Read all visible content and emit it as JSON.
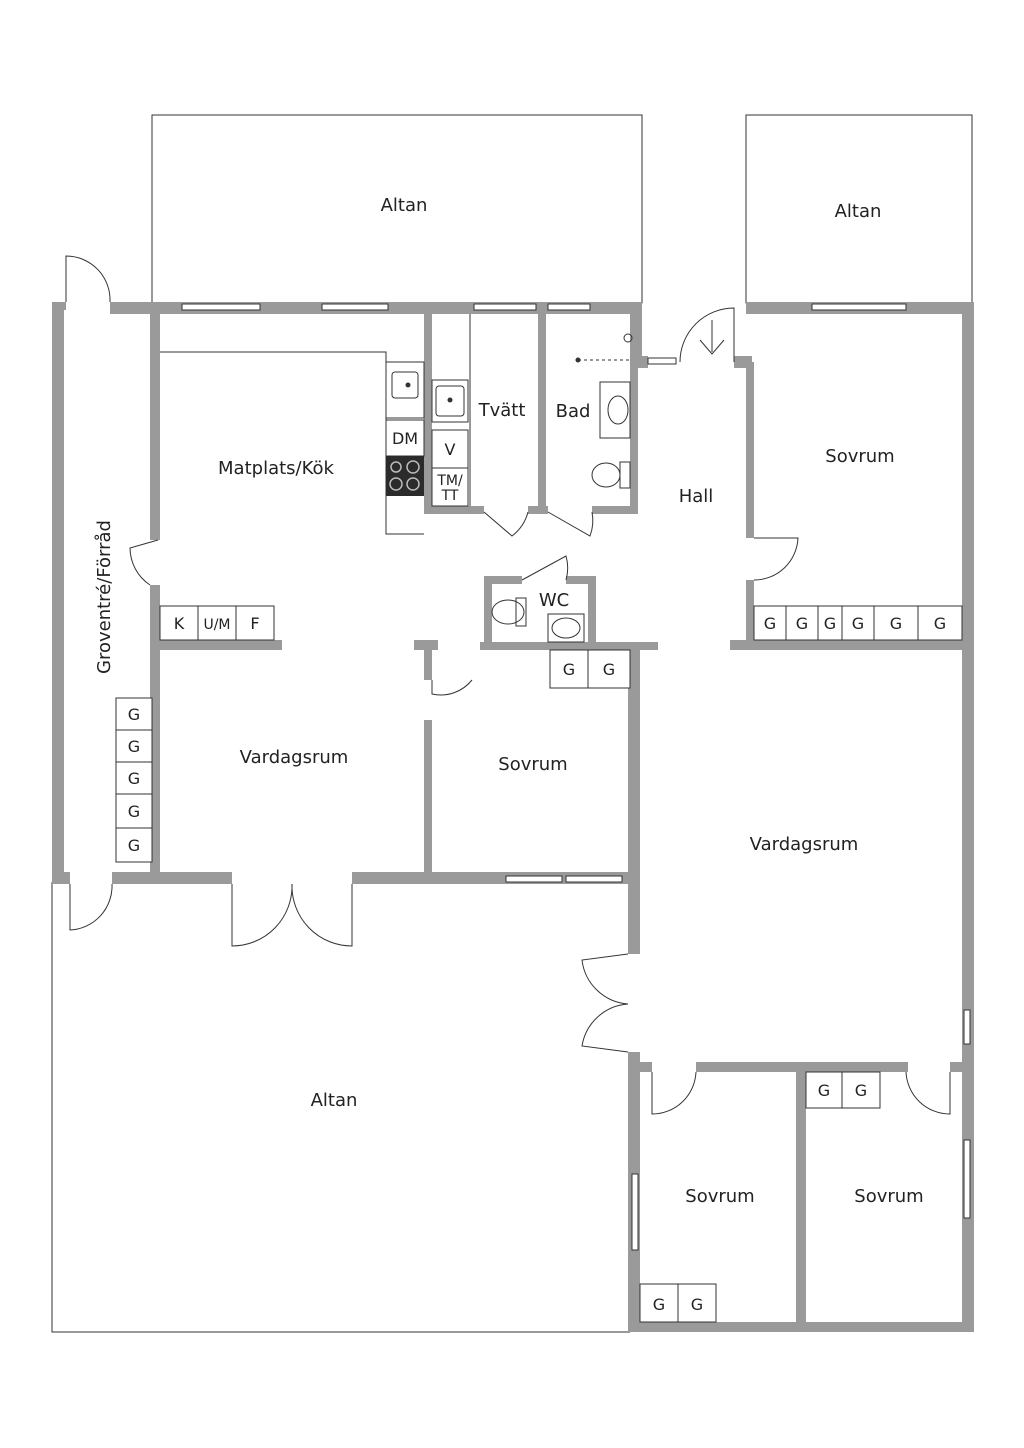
{
  "rooms": {
    "altan_top_left": "Altan",
    "altan_top_right": "Altan",
    "altan_bottom": "Altan",
    "matplats_kok": "Matplats/Kök",
    "tvatt": "Tvätt",
    "bad": "Bad",
    "hall": "Hall",
    "sovrum_top_right": "Sovrum",
    "wc": "WC",
    "groventre": "Groventré/Förråd",
    "vardagsrum_left": "Vardagsrum",
    "sovrum_middle": "Sovrum",
    "vardagsrum_right": "Vardagsrum",
    "sovrum_bottom_left": "Sovrum",
    "sovrum_bottom_right": "Sovrum"
  },
  "fixtures": {
    "dm": "DM",
    "v": "V",
    "tm_tt_line1": "TM/",
    "tm_tt_line2": "TT",
    "k": "K",
    "um": "U/M",
    "f": "F",
    "g": "G"
  },
  "colors": {
    "wall_fill": "#9a9a9a",
    "stove": "#2b2b2b"
  }
}
